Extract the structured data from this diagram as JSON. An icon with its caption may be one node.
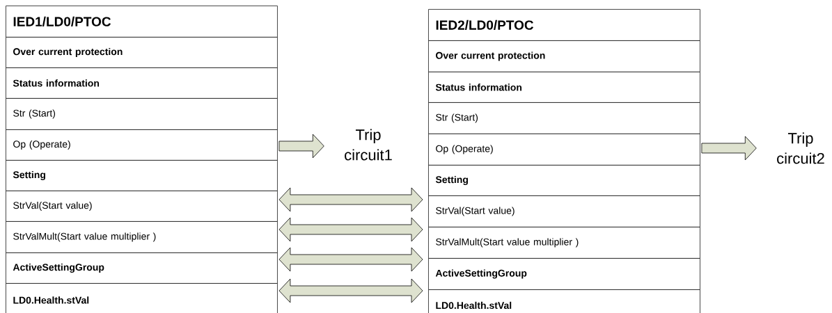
{
  "diagram": {
    "nodes": [
      {
        "text": [
          "IED1/LD0/PTOC"
        ]
      },
      {
        "text": [
          "Over current protection"
        ]
      },
      {
        "text": [
          "Status information"
        ]
      },
      {
        "text": [
          "Str (Start)"
        ]
      },
      {
        "text": [
          "Op (Operate)"
        ]
      },
      {
        "text": [
          "Setting"
        ]
      },
      {
        "text": [
          "StrVal(Start value)"
        ]
      },
      {
        "text": [
          "StrValMult(Start value multiplier )"
        ]
      },
      {
        "text": [
          "ActiveSettingGroup"
        ]
      },
      {
        "text": [
          "LD0.Health.stVal"
        ]
      },
      {
        "text": [
          "IED2/LD0/PTOC"
        ]
      },
      {
        "text": [
          "Over current protection"
        ]
      },
      {
        "text": [
          "Status information"
        ]
      },
      {
        "text": [
          "Str (Start)"
        ]
      },
      {
        "text": [
          "Op (Operate)"
        ]
      },
      {
        "text": [
          "Setting"
        ]
      },
      {
        "text": [
          "StrVal(Start value)"
        ]
      },
      {
        "text": [
          "StrValMult(Start value multiplier )"
        ]
      },
      {
        "text": [
          "ActiveSettingGroup"
        ]
      },
      {
        "text": [
          "LD0.Health.stVal"
        ]
      },
      {
        "text": [
          "Trip circuit1"
        ]
      },
      {
        "text": [
          "Trip circuit2"
        ]
      }
    ],
    "edges": [
      {
        "from": 4,
        "to": 20,
        "arrow": "to"
      },
      {
        "from": 6,
        "to": 16,
        "arrow": "both"
      },
      {
        "from": 7,
        "to": 17,
        "arrow": "both"
      },
      {
        "from": 8,
        "to": 18,
        "arrow": "both"
      },
      {
        "from": 9,
        "to": 19,
        "arrow": "both"
      },
      {
        "from": 14,
        "to": 21,
        "arrow": "to"
      }
    ]
  }
}
